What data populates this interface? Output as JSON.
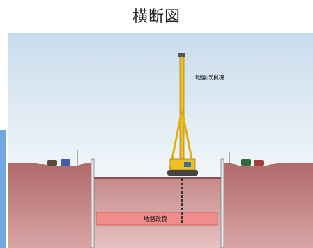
{
  "title": "横断図",
  "labels": {
    "machine": "地盤改良機",
    "zone": "地盤改良"
  },
  "colors": {
    "sky_top": "#c9dcec",
    "sky_bottom": "#eef4f8",
    "soil": "#9a5d5d",
    "soil_light": "#c98f8f",
    "excavation": "#ffffff",
    "improvement_zone": "#f08c8c",
    "machine": "#f0c020"
  }
}
